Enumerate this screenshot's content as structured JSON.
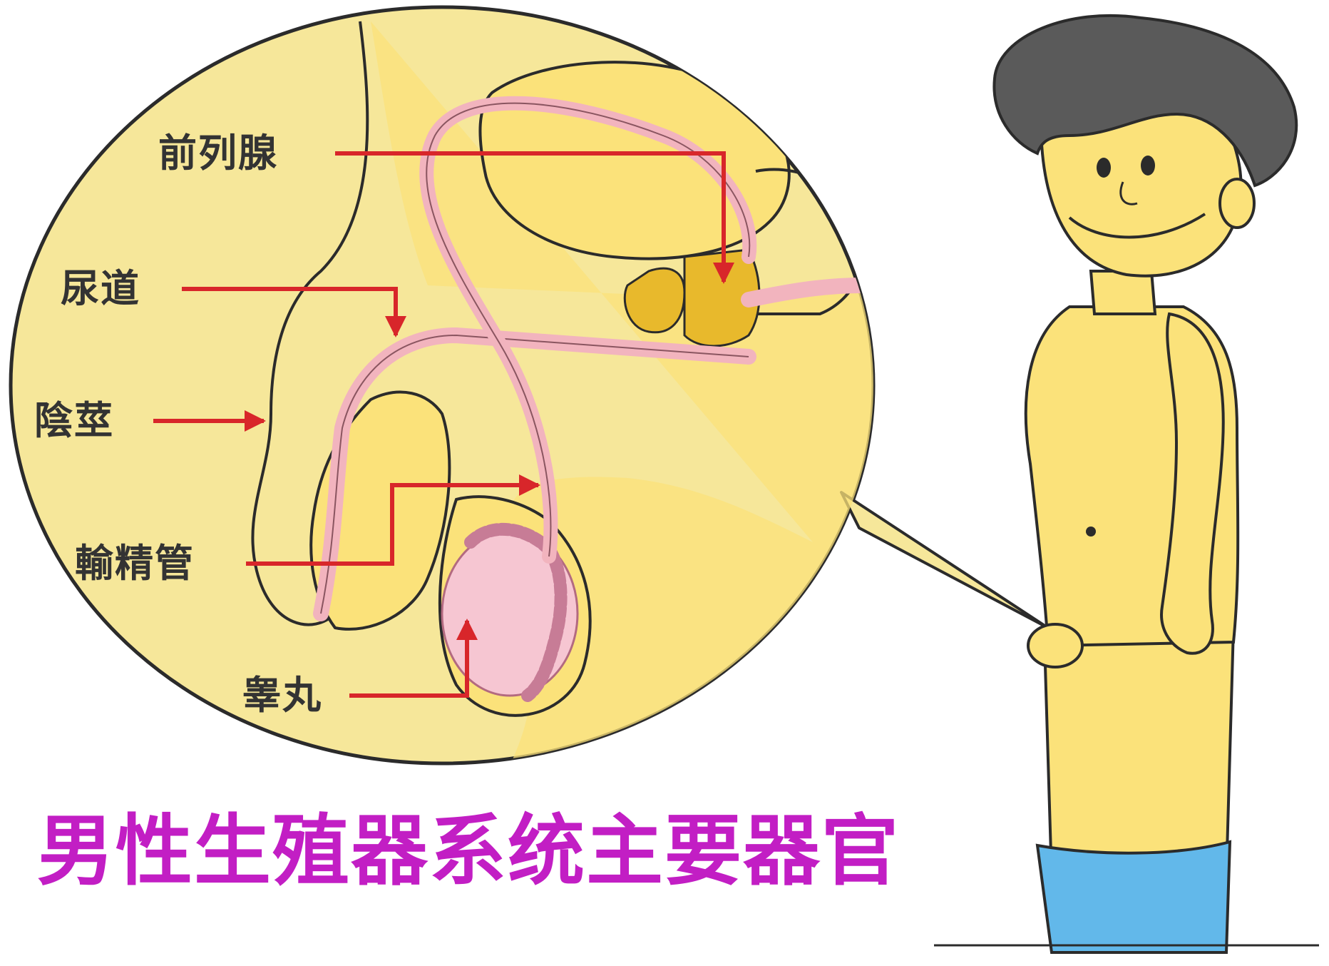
{
  "labels": {
    "prostate": "前列腺",
    "urethra": "尿道",
    "penis": "陰莖",
    "vas_deferens": "輸精管",
    "testis": "睾丸"
  },
  "caption": "男性生殖器系统主要器官",
  "colors": {
    "skin": "#fbe27a",
    "circle_bg": "#f6e79a",
    "urethra_pink": "#f2b4be",
    "testis_pink": "#f6c6d2",
    "arrow_red": "#d8262a",
    "caption_magenta": "#c21ec4",
    "hair": "#5a5a5a",
    "shorts": "#62b8ea",
    "outline": "#2b2b2b",
    "prostate_gland": "#e8b92c"
  }
}
